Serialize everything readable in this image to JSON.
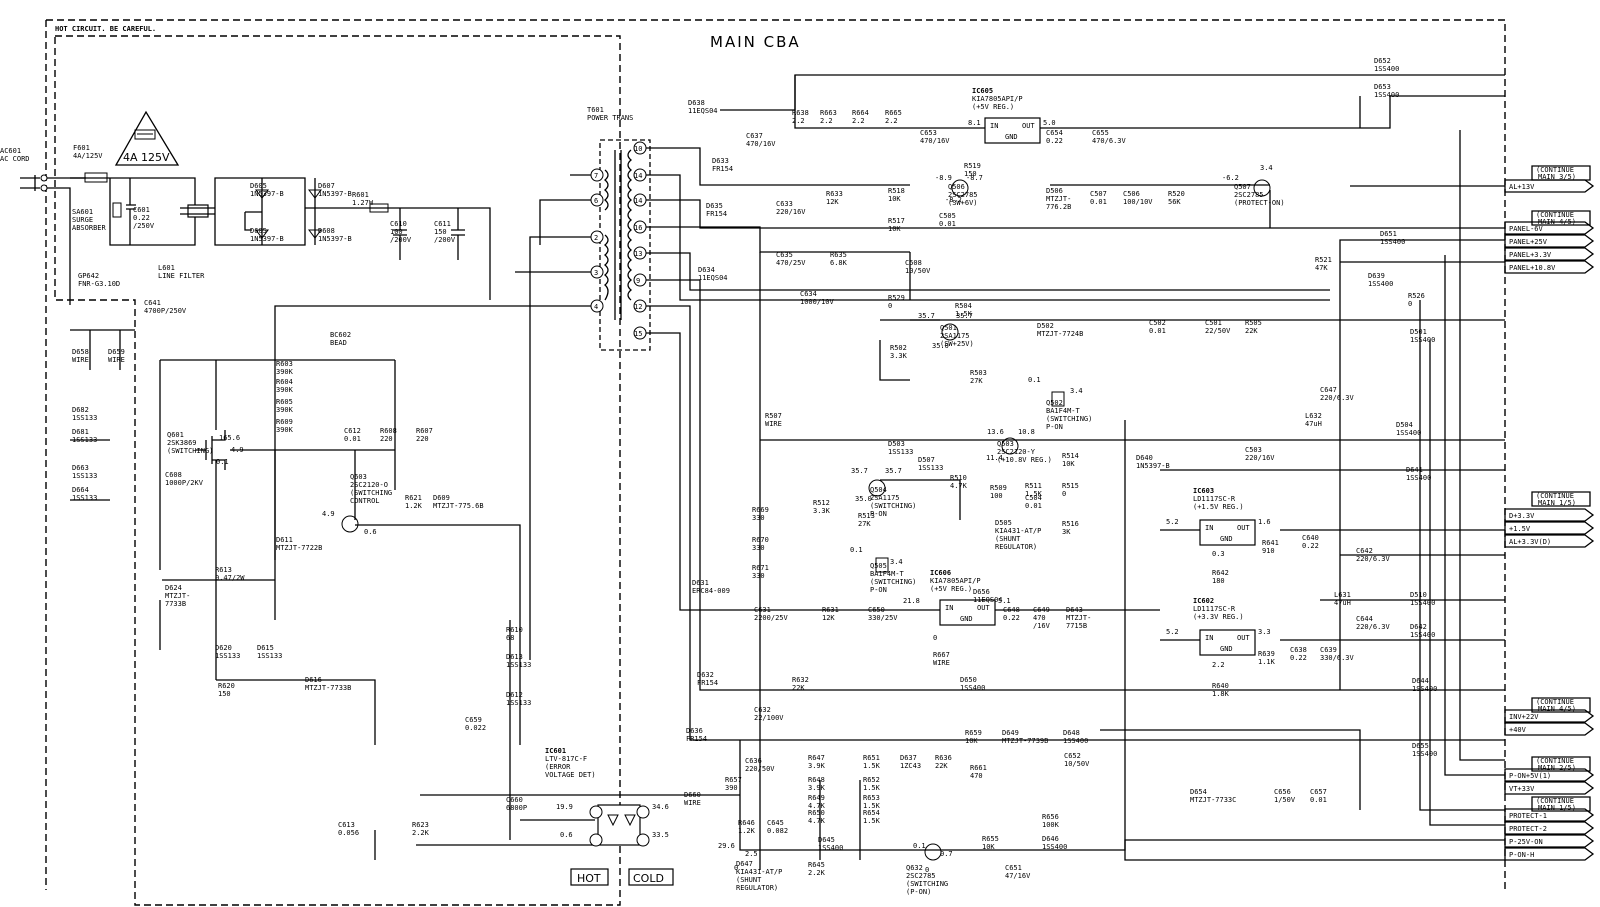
{
  "title": "MAIN CBA",
  "hot_note": "HOT CIRCUIT. BE CAREFUL.",
  "hot_label": "HOT",
  "cold_label": "COLD",
  "fuse_badge": "4A 125V",
  "components": [
    {
      "id": "ac601",
      "lines": [
        "AC601",
        "AC CORD"
      ]
    },
    {
      "id": "f601",
      "lines": [
        "F601",
        "4A/125V"
      ]
    },
    {
      "id": "sa601",
      "lines": [
        "SA601",
        "SURGE",
        "ABSORBER"
      ]
    },
    {
      "id": "c601",
      "lines": [
        "C601",
        "0.22",
        "/250V"
      ]
    },
    {
      "id": "l601",
      "lines": [
        "L601",
        "LINE FILTER"
      ]
    },
    {
      "id": "d605a",
      "lines": [
        "D605",
        "1N5397-B"
      ]
    },
    {
      "id": "d607",
      "lines": [
        "D607",
        "1N5397-B"
      ]
    },
    {
      "id": "d605b",
      "lines": [
        "D605",
        "1N5397-B"
      ]
    },
    {
      "id": "d608",
      "lines": [
        "D608",
        "1N5397-B"
      ]
    },
    {
      "id": "r601",
      "lines": [
        "R601",
        "1.27W"
      ]
    },
    {
      "id": "c610",
      "lines": [
        "C610",
        "100",
        "/200V"
      ]
    },
    {
      "id": "c611",
      "lines": [
        "C611",
        "150",
        "/200V"
      ]
    },
    {
      "id": "gp642",
      "lines": [
        "GP642",
        "FNR-G3.10D"
      ]
    },
    {
      "id": "c641",
      "lines": [
        "C641",
        "4700P/250V"
      ]
    },
    {
      "id": "bc602",
      "lines": [
        "BC602",
        "BEAD"
      ]
    },
    {
      "id": "d658",
      "lines": [
        "D658",
        "WIRE"
      ]
    },
    {
      "id": "d659",
      "lines": [
        "D659",
        "WIRE"
      ]
    },
    {
      "id": "d682",
      "lines": [
        "D682",
        "1SS133"
      ]
    },
    {
      "id": "d681",
      "lines": [
        "D681",
        "1SS133"
      ]
    },
    {
      "id": "d663",
      "lines": [
        "D663",
        "1SS133"
      ]
    },
    {
      "id": "d664",
      "lines": [
        "D664",
        "1SS133"
      ]
    },
    {
      "id": "q601",
      "lines": [
        "Q601",
        "2SK3869",
        "(SWITCHING)"
      ]
    },
    {
      "id": "c608",
      "lines": [
        "C608",
        "1000P/2KV"
      ]
    },
    {
      "id": "r603",
      "lines": [
        "R603",
        "390K"
      ]
    },
    {
      "id": "r604",
      "lines": [
        "R604",
        "390K"
      ]
    },
    {
      "id": "r605",
      "lines": [
        "R605",
        "390K"
      ]
    },
    {
      "id": "r609",
      "lines": [
        "R609",
        "390K"
      ]
    },
    {
      "id": "c612",
      "lines": [
        "C612",
        "0.01"
      ]
    },
    {
      "id": "r608",
      "lines": [
        "R608",
        "220"
      ]
    },
    {
      "id": "r607",
      "lines": [
        "R607",
        "220"
      ]
    },
    {
      "id": "q603",
      "lines": [
        "Q603",
        "2SC2120-O",
        "(SWITCHING",
        "CONTROL"
      ]
    },
    {
      "id": "r621",
      "lines": [
        "R621",
        "1.2K"
      ]
    },
    {
      "id": "d609",
      "lines": [
        "D609",
        "MTZJT-775.6B"
      ]
    },
    {
      "id": "d611",
      "lines": [
        "D611",
        "MTZJT-7722B"
      ]
    },
    {
      "id": "r613",
      "lines": [
        "R613",
        "0.47/2W"
      ]
    },
    {
      "id": "d624",
      "lines": [
        "D624",
        "MTZJT-",
        "7733B"
      ]
    },
    {
      "id": "d620",
      "lines": [
        "D620",
        "1SS133"
      ]
    },
    {
      "id": "d615",
      "lines": [
        "D615",
        "1SS133"
      ]
    },
    {
      "id": "d616",
      "lines": [
        "D616",
        "MTZJT-7733B"
      ]
    },
    {
      "id": "r620",
      "lines": [
        "R620",
        "150"
      ]
    },
    {
      "id": "c659",
      "lines": [
        "C659",
        "0.022"
      ]
    },
    {
      "id": "r610",
      "lines": [
        "R610",
        "68"
      ]
    },
    {
      "id": "d613",
      "lines": [
        "D613",
        "1SS133"
      ]
    },
    {
      "id": "d612",
      "lines": [
        "D612",
        "1SS133"
      ]
    },
    {
      "id": "c660",
      "lines": [
        "C660",
        "6800P"
      ]
    },
    {
      "id": "c613",
      "lines": [
        "C613",
        "0.056"
      ]
    },
    {
      "id": "r623",
      "lines": [
        "R623",
        "2.2K"
      ]
    },
    {
      "id": "ic601",
      "lines": [
        "IC601",
        "LTV-817C-F",
        "(ERROR",
        "VOLTAGE DET)"
      ]
    },
    {
      "id": "t601",
      "lines": [
        "T601",
        "POWER TRANS"
      ]
    },
    {
      "id": "d638",
      "lines": [
        "D638",
        "11EQS04"
      ]
    },
    {
      "id": "c637",
      "lines": [
        "C637",
        "470/16V"
      ]
    },
    {
      "id": "d633",
      "lines": [
        "D633",
        "FR154"
      ]
    },
    {
      "id": "c633",
      "lines": [
        "C633",
        "220/16V"
      ]
    },
    {
      "id": "r633",
      "lines": [
        "R633",
        "12K"
      ]
    },
    {
      "id": "d635",
      "lines": [
        "D635",
        "FR154"
      ]
    },
    {
      "id": "d634",
      "lines": [
        "D634",
        "11EQS04"
      ]
    },
    {
      "id": "c635",
      "lines": [
        "C635",
        "470/25V"
      ]
    },
    {
      "id": "r635",
      "lines": [
        "R635",
        "6.8K"
      ]
    },
    {
      "id": "c634",
      "lines": [
        "C634",
        "1000/10V"
      ]
    },
    {
      "id": "r638",
      "lines": [
        "R638",
        "2.2"
      ]
    },
    {
      "id": "r663",
      "lines": [
        "R663",
        "2.2"
      ]
    },
    {
      "id": "r664",
      "lines": [
        "R664",
        "2.2"
      ]
    },
    {
      "id": "r665",
      "lines": [
        "R665",
        "2.2"
      ]
    },
    {
      "id": "c653",
      "lines": [
        "C653",
        "470/16V"
      ]
    },
    {
      "id": "ic605",
      "lines": [
        "IC605",
        "KIA7805API/P",
        "(+5V REG.)"
      ]
    },
    {
      "id": "c654",
      "lines": [
        "C654",
        "0.22"
      ]
    },
    {
      "id": "c655",
      "lines": [
        "C655",
        "470/6.3V"
      ]
    },
    {
      "id": "d652",
      "lines": [
        "D652",
        "1SS400"
      ]
    },
    {
      "id": "d653",
      "lines": [
        "D653",
        "1SS400"
      ]
    },
    {
      "id": "r519",
      "lines": [
        "R519",
        "150"
      ]
    },
    {
      "id": "r518",
      "lines": [
        "R518",
        "10K"
      ]
    },
    {
      "id": "q506",
      "lines": [
        "Q506",
        "2SC2785",
        "(SW+6V)"
      ]
    },
    {
      "id": "c505",
      "lines": [
        "C505",
        "0.01"
      ]
    },
    {
      "id": "r517",
      "lines": [
        "R517",
        "10K"
      ]
    },
    {
      "id": "d506",
      "lines": [
        "D506",
        "MTZJT-",
        "776.2B"
      ]
    },
    {
      "id": "c507",
      "lines": [
        "C507",
        "0.01"
      ]
    },
    {
      "id": "c506",
      "lines": [
        "C506",
        "100/10V"
      ]
    },
    {
      "id": "r520",
      "lines": [
        "R520",
        "56K"
      ]
    },
    {
      "id": "q507",
      "lines": [
        "Q507",
        "2SC2785",
        "(PROTECT-ON)"
      ]
    },
    {
      "id": "c508",
      "lines": [
        "C508",
        "10/50V"
      ]
    },
    {
      "id": "r529",
      "lines": [
        "R529",
        "0"
      ]
    },
    {
      "id": "r504",
      "lines": [
        "R504",
        "1.5K"
      ]
    },
    {
      "id": "q501",
      "lines": [
        "Q501",
        "2SA1175",
        "(SW+25V)"
      ]
    },
    {
      "id": "d502",
      "lines": [
        "D502",
        "MTZJT-7724B"
      ]
    },
    {
      "id": "c502",
      "lines": [
        "C502",
        "0.01"
      ]
    },
    {
      "id": "c501",
      "lines": [
        "C501",
        "22/50V"
      ]
    },
    {
      "id": "r505",
      "lines": [
        "R505",
        "22K"
      ]
    },
    {
      "id": "r502",
      "lines": [
        "R502",
        "3.3K"
      ]
    },
    {
      "id": "r503",
      "lines": [
        "R503",
        "27K"
      ]
    },
    {
      "id": "q502",
      "lines": [
        "Q502",
        "BA1F4M-T",
        "(SWITCHING)",
        "P-ON"
      ]
    },
    {
      "id": "r507",
      "lines": [
        "R507",
        "WIRE"
      ]
    },
    {
      "id": "d503",
      "lines": [
        "D503",
        "1SS133"
      ]
    },
    {
      "id": "d507",
      "lines": [
        "D507",
        "1SS133"
      ]
    },
    {
      "id": "q503",
      "lines": [
        "Q503",
        "2SC2120-Y",
        "(+10.8V REG.)"
      ]
    },
    {
      "id": "r514",
      "lines": [
        "R514",
        "10K"
      ]
    },
    {
      "id": "q504",
      "lines": [
        "Q504",
        "2SA1175",
        "(SWITCHING)",
        "P-ON"
      ]
    },
    {
      "id": "r510",
      "lines": [
        "R510",
        "4.7K"
      ]
    },
    {
      "id": "r509",
      "lines": [
        "R509",
        "100"
      ]
    },
    {
      "id": "r511",
      "lines": [
        "R511",
        "1.5K"
      ]
    },
    {
      "id": "c504",
      "lines": [
        "C504",
        "0.01"
      ]
    },
    {
      "id": "r515",
      "lines": [
        "R515",
        "0"
      ]
    },
    {
      "id": "r512",
      "lines": [
        "R512",
        "3.3K"
      ]
    },
    {
      "id": "r513",
      "lines": [
        "R513",
        "27K"
      ]
    },
    {
      "id": "d505",
      "lines": [
        "D505",
        "KIA431-AT/P",
        "(SHUNT",
        "REGULATOR)"
      ]
    },
    {
      "id": "r516",
      "lines": [
        "R516",
        "3K"
      ]
    },
    {
      "id": "q505",
      "lines": [
        "Q505",
        "BA1F4M-T",
        "(SWITCHING)",
        "P-ON"
      ]
    },
    {
      "id": "r669",
      "lines": [
        "R669",
        "330"
      ]
    },
    {
      "id": "r670",
      "lines": [
        "R670",
        "330"
      ]
    },
    {
      "id": "r671",
      "lines": [
        "R671",
        "330"
      ]
    },
    {
      "id": "d631",
      "lines": [
        "D631",
        "ERC84-009"
      ]
    },
    {
      "id": "c631",
      "lines": [
        "C631",
        "2200/25V"
      ]
    },
    {
      "id": "r631",
      "lines": [
        "R631",
        "12K"
      ]
    },
    {
      "id": "c650",
      "lines": [
        "C650",
        "330/25V"
      ]
    },
    {
      "id": "ic606",
      "lines": [
        "IC606",
        "KIA7805API/P",
        "(+5V REG.)"
      ]
    },
    {
      "id": "d656",
      "lines": [
        "D656",
        "11EQS04"
      ]
    },
    {
      "id": "c648",
      "lines": [
        "C648",
        "0.22"
      ]
    },
    {
      "id": "c649",
      "lines": [
        "C649",
        "470",
        "/16V"
      ]
    },
    {
      "id": "d643",
      "lines": [
        "D643",
        "MTZJT-",
        "7715B"
      ]
    },
    {
      "id": "r667",
      "lines": [
        "R667",
        "WIRE"
      ]
    },
    {
      "id": "d632",
      "lines": [
        "D632",
        "FR154"
      ]
    },
    {
      "id": "r632",
      "lines": [
        "R632",
        "22K"
      ]
    },
    {
      "id": "c632",
      "lines": [
        "C632",
        "22/100V"
      ]
    },
    {
      "id": "d650",
      "lines": [
        "D650",
        "1SS400"
      ]
    },
    {
      "id": "d636",
      "lines": [
        "D636",
        "FR154"
      ]
    },
    {
      "id": "c636a",
      "lines": [
        "C636",
        "220/50V"
      ]
    },
    {
      "id": "r657",
      "lines": [
        "R657",
        "390"
      ]
    },
    {
      "id": "d660",
      "lines": [
        "D660",
        "WIRE"
      ]
    },
    {
      "id": "r647",
      "lines": [
        "R647",
        "3.9K"
      ]
    },
    {
      "id": "r648",
      "lines": [
        "R648",
        "3.9K"
      ]
    },
    {
      "id": "r649",
      "lines": [
        "R649",
        "4.7K"
      ]
    },
    {
      "id": "r650",
      "lines": [
        "R650",
        "4.7K"
      ]
    },
    {
      "id": "r651",
      "lines": [
        "R651",
        "1.5K"
      ]
    },
    {
      "id": "r652",
      "lines": [
        "R652",
        "1.5K"
      ]
    },
    {
      "id": "r653",
      "lines": [
        "R653",
        "1.5K"
      ]
    },
    {
      "id": "r654",
      "lines": [
        "R654",
        "1.5K"
      ]
    },
    {
      "id": "d637",
      "lines": [
        "D637",
        "1ZC43"
      ]
    },
    {
      "id": "r636",
      "lines": [
        "R636",
        "22K"
      ]
    },
    {
      "id": "r646",
      "lines": [
        "R646",
        "1.2K"
      ]
    },
    {
      "id": "c645",
      "lines": [
        "C645",
        "0.082"
      ]
    },
    {
      "id": "d645",
      "lines": [
        "D645",
        "1SS400"
      ]
    },
    {
      "id": "d647",
      "lines": [
        "D647",
        "KIA431-AT/P",
        "(SHUNT",
        "REGULATOR)"
      ]
    },
    {
      "id": "r645",
      "lines": [
        "R645",
        "2.2K"
      ]
    },
    {
      "id": "r659",
      "lines": [
        "R659",
        "10K"
      ]
    },
    {
      "id": "d649",
      "lines": [
        "D649",
        "MTZJT-7739B"
      ]
    },
    {
      "id": "d648",
      "lines": [
        "D648",
        "1SS400"
      ]
    },
    {
      "id": "c652",
      "lines": [
        "C652",
        "10/50V"
      ]
    },
    {
      "id": "r661",
      "lines": [
        "R661",
        "470"
      ]
    },
    {
      "id": "r655",
      "lines": [
        "R655",
        "10K"
      ]
    },
    {
      "id": "r656",
      "lines": [
        "R656",
        "100K"
      ]
    },
    {
      "id": "d646",
      "lines": [
        "D646",
        "1SS400"
      ]
    },
    {
      "id": "c651",
      "lines": [
        "C651",
        "47/16V"
      ]
    },
    {
      "id": "q632",
      "lines": [
        "Q632",
        "2SC2785",
        "(SWITCHING",
        "(P-ON)"
      ]
    },
    {
      "id": "d654",
      "lines": [
        "D654",
        "MTZJT-7733C"
      ]
    },
    {
      "id": "c656",
      "lines": [
        "C656",
        "1/50V"
      ]
    },
    {
      "id": "c657",
      "lines": [
        "C657",
        "0.01"
      ]
    },
    {
      "id": "d655",
      "lines": [
        "D655",
        "1SS400"
      ]
    },
    {
      "id": "d644",
      "lines": [
        "D644",
        "1SS400"
      ]
    },
    {
      "id": "d651",
      "lines": [
        "D651",
        "1SS400"
      ]
    },
    {
      "id": "r521",
      "lines": [
        "R521",
        "47K"
      ]
    },
    {
      "id": "d639",
      "lines": [
        "D639",
        "1SS400"
      ]
    },
    {
      "id": "r526",
      "lines": [
        "R526",
        "0"
      ]
    },
    {
      "id": "d501",
      "lines": [
        "D501",
        "1SS400"
      ]
    },
    {
      "id": "c647",
      "lines": [
        "C647",
        "220/6.3V"
      ]
    },
    {
      "id": "l632",
      "lines": [
        "L632",
        "47uH"
      ]
    },
    {
      "id": "d504",
      "lines": [
        "D504",
        "1SS400"
      ]
    },
    {
      "id": "c503",
      "lines": [
        "C503",
        "220/16V"
      ]
    },
    {
      "id": "d640",
      "lines": [
        "D640",
        "1N5397-B"
      ]
    },
    {
      "id": "d641",
      "lines": [
        "D641",
        "1SS400"
      ]
    },
    {
      "id": "ic603",
      "lines": [
        "IC603",
        "LD1117SC-R",
        "(+1.5V REG.)"
      ]
    },
    {
      "id": "r641",
      "lines": [
        "R641",
        "910"
      ]
    },
    {
      "id": "c640",
      "lines": [
        "C640",
        "0.22"
      ]
    },
    {
      "id": "c642",
      "lines": [
        "C642",
        "220/6.3V"
      ]
    },
    {
      "id": "r642",
      "lines": [
        "R642",
        "180"
      ]
    },
    {
      "id": "ic602",
      "lines": [
        "IC602",
        "LD1117SC-R",
        "(+3.3V REG.)"
      ]
    },
    {
      "id": "l631",
      "lines": [
        "L631",
        "47uH"
      ]
    },
    {
      "id": "c644",
      "lines": [
        "C644",
        "220/6.3V"
      ]
    },
    {
      "id": "d510",
      "lines": [
        "D510",
        "1SS400"
      ]
    },
    {
      "id": "d642",
      "lines": [
        "D642",
        "1SS400"
      ]
    },
    {
      "id": "r639",
      "lines": [
        "R639",
        "1.1K"
      ]
    },
    {
      "id": "c638",
      "lines": [
        "C638",
        "0.22"
      ]
    },
    {
      "id": "c639",
      "lines": [
        "C639",
        "330/6.3V"
      ]
    },
    {
      "id": "r640",
      "lines": [
        "R640",
        "1.8K"
      ]
    }
  ],
  "voltages": {
    "v165": "165.6",
    "v49": "4.9",
    "v01a": "0.1",
    "v49b": "4.9",
    "v06": "0.6",
    "v199": "19.9",
    "v06b": "0.6",
    "v346": "34.6",
    "v335": "33.5",
    "v81": "8.1",
    "v50": "5.0",
    "vm89": "-8.9",
    "vm87": "-8.7",
    "vm82": "-8.2",
    "vm62": "-6.2",
    "v34": "3.4",
    "v357a": "35.7",
    "v357b": "35.7",
    "v350": "35.0",
    "v01b": "0.1",
    "v34b": "3.4",
    "v136": "13.6",
    "v108": "10.8",
    "v114": "11.4",
    "v357c": "35.7",
    "v357d": "35.7",
    "v350b": "35.0",
    "v01c": "0.1",
    "v34c": "3.4",
    "v218": "21.8",
    "v51": "5.1",
    "v0a": "0",
    "v52a": "5.2",
    "v16": "1.6",
    "v03": "0.3",
    "v52b": "5.2",
    "v33": "3.3",
    "v22": "2.2",
    "v296": "29.6",
    "v25": "2.5",
    "v0b": "0",
    "v01d": "0.1",
    "v07": "0.7",
    "v0c": "0"
  },
  "pins": {
    "ic_in": "IN",
    "ic_out": "OUT",
    "ic_gnd": "GND"
  },
  "connectors": [
    {
      "id": "main35",
      "continue": "CONTINUE",
      "target": "MAIN 3/5",
      "signals": [
        "AL+13V"
      ]
    },
    {
      "id": "main45a",
      "continue": "CONTINUE",
      "target": "MAIN 4/5",
      "signals": [
        "PANEL-6V",
        "PANEL+25V",
        "PANEL+3.3V",
        "PANEL+10.8V"
      ]
    },
    {
      "id": "main15a",
      "continue": "CONTINUE",
      "target": "MAIN 1/5",
      "signals": [
        "D+3.3V",
        "+1.5V",
        "AL+3.3V(D)"
      ]
    },
    {
      "id": "main45b",
      "continue": "CONTINUE",
      "target": "MAIN 4/5",
      "signals": [
        "INV+22V",
        "+40V"
      ]
    },
    {
      "id": "main25",
      "continue": "CONTINUE",
      "target": "MAIN 2/5",
      "signals": [
        "P-ON+5V(1)",
        "VT+33V"
      ]
    },
    {
      "id": "main15b",
      "continue": "CONTINUE",
      "target": "MAIN 1/5",
      "signals": [
        "PROTECT-1",
        "PROTECT-2",
        "P-25V-ON",
        "P-ON-H"
      ]
    }
  ],
  "pin_numbers": [
    "10",
    "7",
    "6",
    "14",
    "16",
    "2",
    "3",
    "13",
    "9",
    "4",
    "12",
    "15"
  ]
}
